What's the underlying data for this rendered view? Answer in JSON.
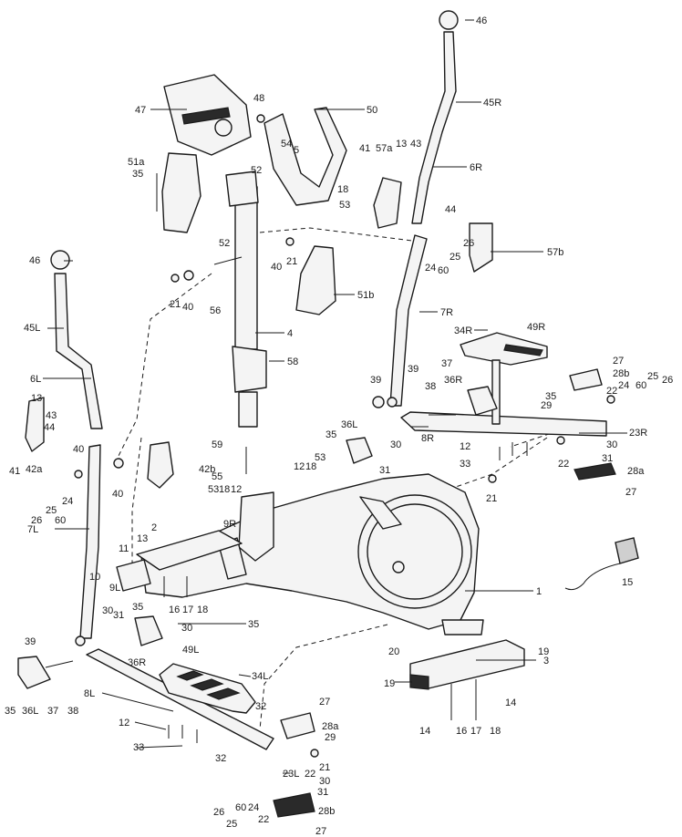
{
  "callouts": {
    "c1": "1",
    "c2": "2",
    "c3": "3",
    "c4": "4",
    "c5": "5",
    "c6l": "6L",
    "c6r": "6R",
    "c7l": "7L",
    "c7r": "7R",
    "c8l": "8L",
    "c8r": "8R",
    "c9l": "9L",
    "c9r": "9R",
    "c10": "10",
    "c11": "11",
    "c12a": "12",
    "c12b": "12",
    "c12c": "12",
    "c12d": "12",
    "c13a": "13",
    "c13b": "13",
    "c13c": "13",
    "c14a": "14",
    "c14b": "14",
    "c15": "15",
    "c16a": "16",
    "c16b": "16",
    "c17a": "17",
    "c17b": "17",
    "c18a": "18",
    "c18b": "18",
    "c18c": "18",
    "c18d": "18",
    "c18e": "18",
    "c19a": "19",
    "c19b": "19",
    "c20": "20",
    "c21a": "21",
    "c21b": "21",
    "c21c": "21",
    "c21d": "21",
    "c22a": "22",
    "c22b": "22",
    "c22c": "22",
    "c22d": "22",
    "c23l": "23L",
    "c23r": "23R",
    "c24a": "24",
    "c24b": "24",
    "c24c": "24",
    "c24d": "24",
    "c25a": "25",
    "c25b": "25",
    "c25c": "25",
    "c25d": "25",
    "c26a": "26",
    "c26b": "26",
    "c26c": "26",
    "c26d": "26",
    "c27a": "27",
    "c27b": "27",
    "c27c": "27",
    "c27d": "27",
    "c28aa": "28a",
    "c28ab": "28a",
    "c28ba": "28b",
    "c28bb": "28b",
    "c29a": "29",
    "c29b": "29",
    "c30a": "30",
    "c30b": "30",
    "c30c": "30",
    "c30d": "30",
    "c30e": "30",
    "c31a": "31",
    "c31b": "31",
    "c31c": "31",
    "c31d": "31",
    "c32a": "32",
    "c32b": "32",
    "c33a": "33",
    "c33b": "33",
    "c34l": "34L",
    "c34r": "34R",
    "c35a": "35",
    "c35b": "35",
    "c35c": "35",
    "c35d": "35",
    "c35e": "35",
    "c35f": "35",
    "c36la": "36L",
    "c36lb": "36L",
    "c36ra": "36R",
    "c36rb": "36R",
    "c37a": "37",
    "c37b": "37",
    "c38a": "38",
    "c38b": "38",
    "c39a": "39",
    "c39b": "39",
    "c39c": "39",
    "c40a": "40",
    "c40b": "40",
    "c40c": "40",
    "c40d": "40",
    "c41a": "41",
    "c41b": "41",
    "c42a": "42a",
    "c42b": "42b",
    "c43a": "43",
    "c43b": "43",
    "c44a": "44",
    "c44b": "44",
    "c45l": "45L",
    "c45r": "45R",
    "c46a": "46",
    "c46b": "46",
    "c47": "47",
    "c48": "48",
    "c49l": "49L",
    "c49r": "49R",
    "c50": "50",
    "c51a": "51a",
    "c51b": "51b",
    "c52a": "52",
    "c52b": "52",
    "c53a": "53",
    "c53b": "53",
    "c53c": "53",
    "c54": "54",
    "c55": "55",
    "c56": "56",
    "c57a": "57a",
    "c57b": "57b",
    "c58": "58",
    "c59": "59",
    "c60a": "60",
    "c60b": "60",
    "c60c": "60",
    "c60d": "60"
  }
}
